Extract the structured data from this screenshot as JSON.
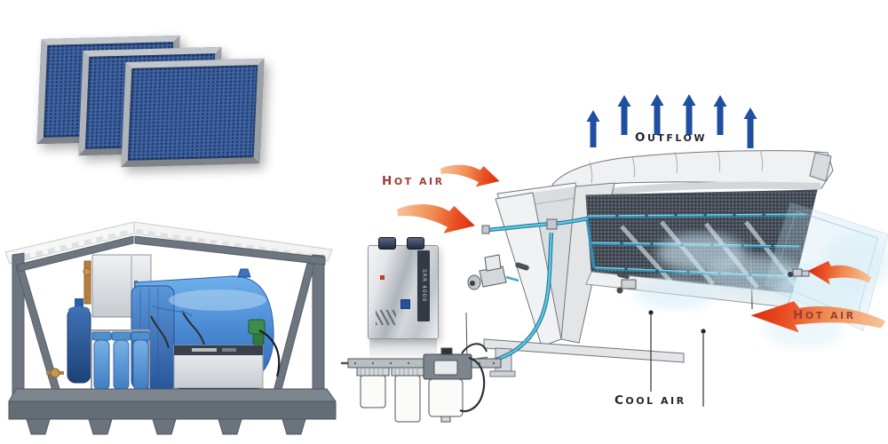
{
  "scene": {
    "background": "#ffffff",
    "figures": {
      "air_filters": "blue-panel-air-filters",
      "pump_skid": "canopy-skid-pump-unit",
      "cooler": "v-bank-adiabatic-dry-cooler",
      "water_filter": "triple-cartridge-filter-assembly",
      "treatment_box": "stainless-water-treatment-device"
    }
  },
  "labels": {
    "outflow": "OUTFLOW",
    "hot_air_left": "HOT AIR",
    "hot_air_right": "HOT AIR",
    "cool_air": "COOL AIR"
  },
  "device": {
    "model": "SRR 4000"
  },
  "diagram": {
    "outflow_arrow_count": 6,
    "hot_air_arrow_count_left": 2,
    "hot_air_arrow_count_right": 2
  },
  "colors": {
    "outflow_arrow_blue": "#1e4fa0",
    "hot_air_arrow_red": "#e0301a",
    "hot_air_label_red": "#9c3f35",
    "dark_label": "#23262e",
    "hose_teal": "#45bcd9",
    "filter_mesh_blue": "#3e61a0",
    "tank_blue": "#4a8bd4",
    "frame_gray": "#6d7680"
  }
}
